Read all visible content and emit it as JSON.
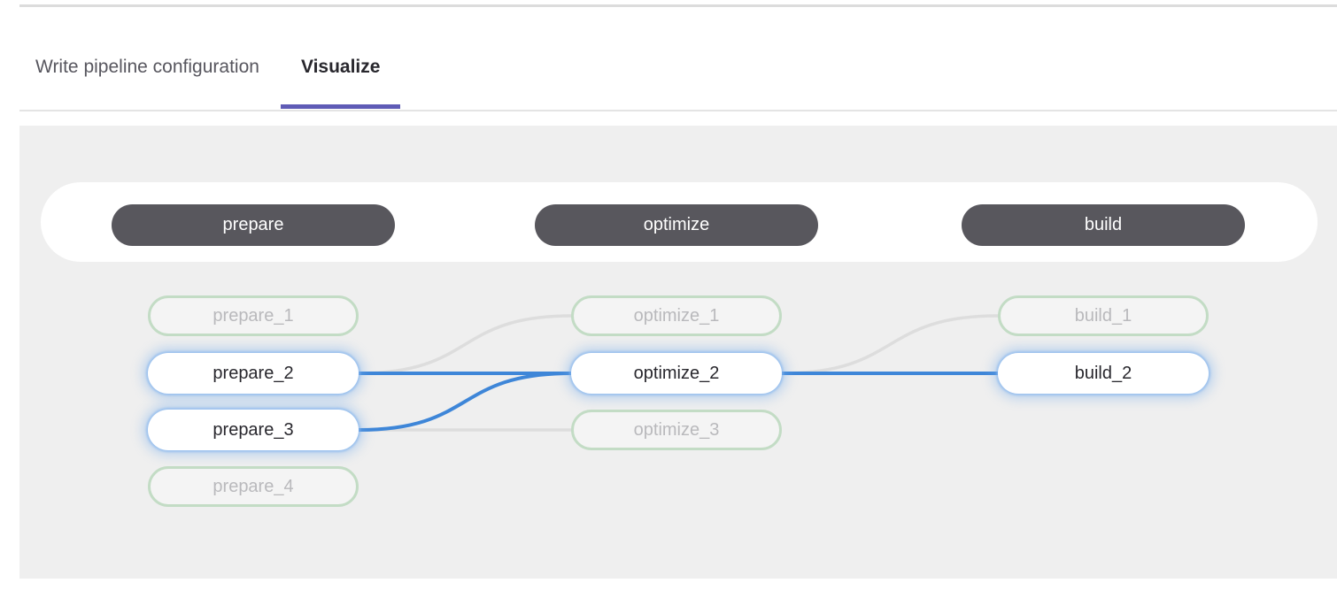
{
  "tabs": [
    {
      "label": "Write pipeline configuration",
      "active": false
    },
    {
      "label": "Visualize",
      "active": true
    }
  ],
  "colors": {
    "tab_underline": "#5f5bb6",
    "edge_active": "#3e86d8",
    "edge_inactive": "#dddddd",
    "stage_pill_bg": "#58575d",
    "dim_node_border": "#c3dcc5",
    "canvas_bg": "#efefef"
  },
  "pipeline": {
    "stages": [
      {
        "name": "prepare",
        "jobs": [
          {
            "name": "prepare_1",
            "status": "dim"
          },
          {
            "name": "prepare_2",
            "status": "highlighted"
          },
          {
            "name": "prepare_3",
            "status": "highlighted"
          },
          {
            "name": "prepare_4",
            "status": "dim"
          }
        ]
      },
      {
        "name": "optimize",
        "jobs": [
          {
            "name": "optimize_1",
            "status": "dim"
          },
          {
            "name": "optimize_2",
            "status": "highlighted"
          },
          {
            "name": "optimize_3",
            "status": "dim"
          }
        ]
      },
      {
        "name": "build",
        "jobs": [
          {
            "name": "build_1",
            "status": "dim"
          },
          {
            "name": "build_2",
            "status": "highlighted"
          }
        ]
      }
    ],
    "edges": [
      {
        "from": "prepare_2",
        "to": "optimize_1",
        "status": "inactive"
      },
      {
        "from": "prepare_3",
        "to": "optimize_3",
        "status": "inactive"
      },
      {
        "from": "optimize_2",
        "to": "build_1",
        "status": "inactive"
      },
      {
        "from": "prepare_2",
        "to": "optimize_2",
        "status": "active"
      },
      {
        "from": "prepare_3",
        "to": "optimize_2",
        "status": "active"
      },
      {
        "from": "optimize_2",
        "to": "build_2",
        "status": "active"
      }
    ]
  }
}
